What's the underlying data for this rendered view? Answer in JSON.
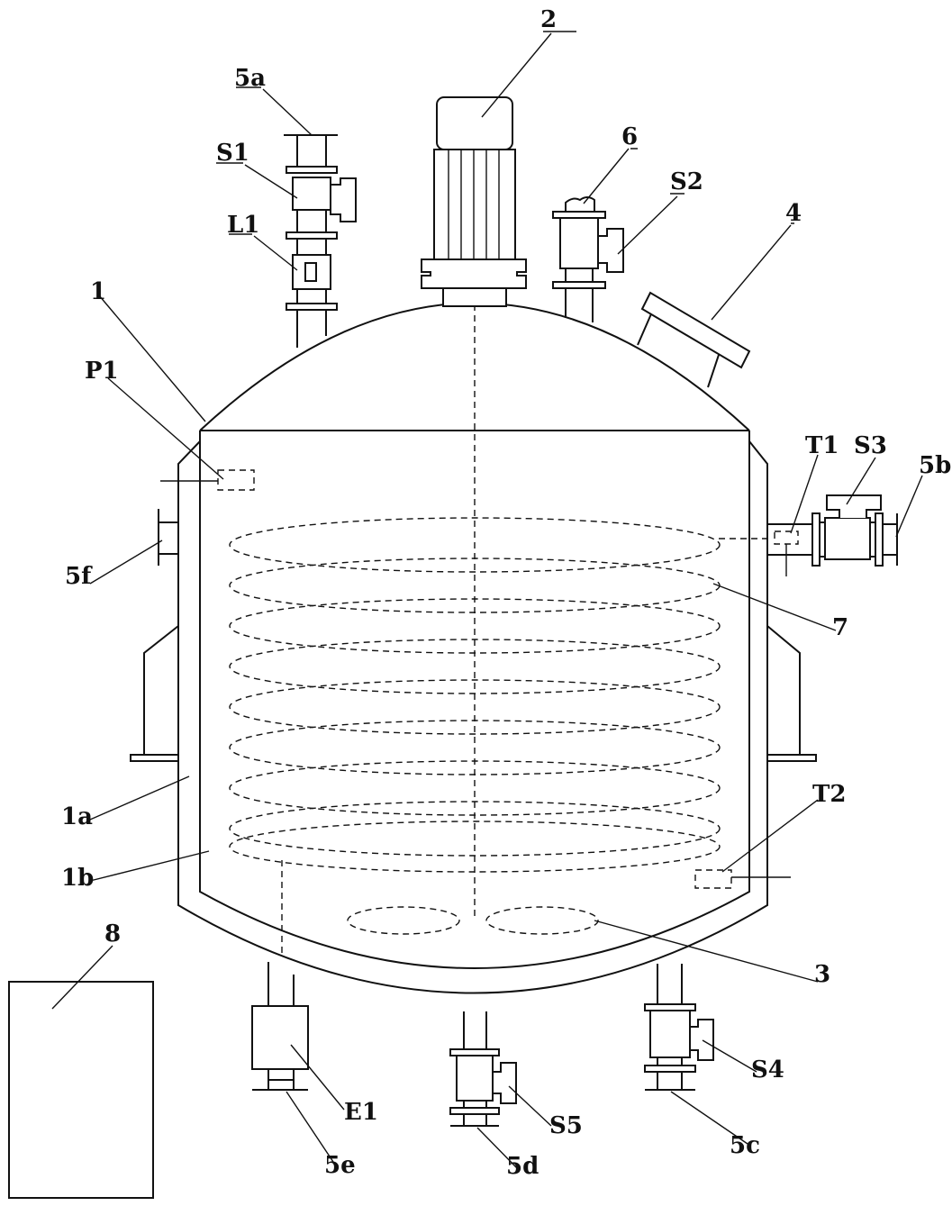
{
  "labels": {
    "l1": "1",
    "l1a": "1a",
    "l1b": "1b",
    "l2": "2",
    "l3": "3",
    "l4": "4",
    "l5a": "5a",
    "l5b": "5b",
    "l5c": "5c",
    "l5d": "5d",
    "l5e": "5e",
    "l5f": "5f",
    "l6": "6",
    "l7": "7",
    "l8": "8",
    "s1": "S1",
    "s2": "S2",
    "s3": "S3",
    "s4": "S4",
    "s5": "S5",
    "L1": "L1",
    "P1": "P1",
    "T1": "T1",
    "T2": "T2",
    "E1": "E1"
  }
}
